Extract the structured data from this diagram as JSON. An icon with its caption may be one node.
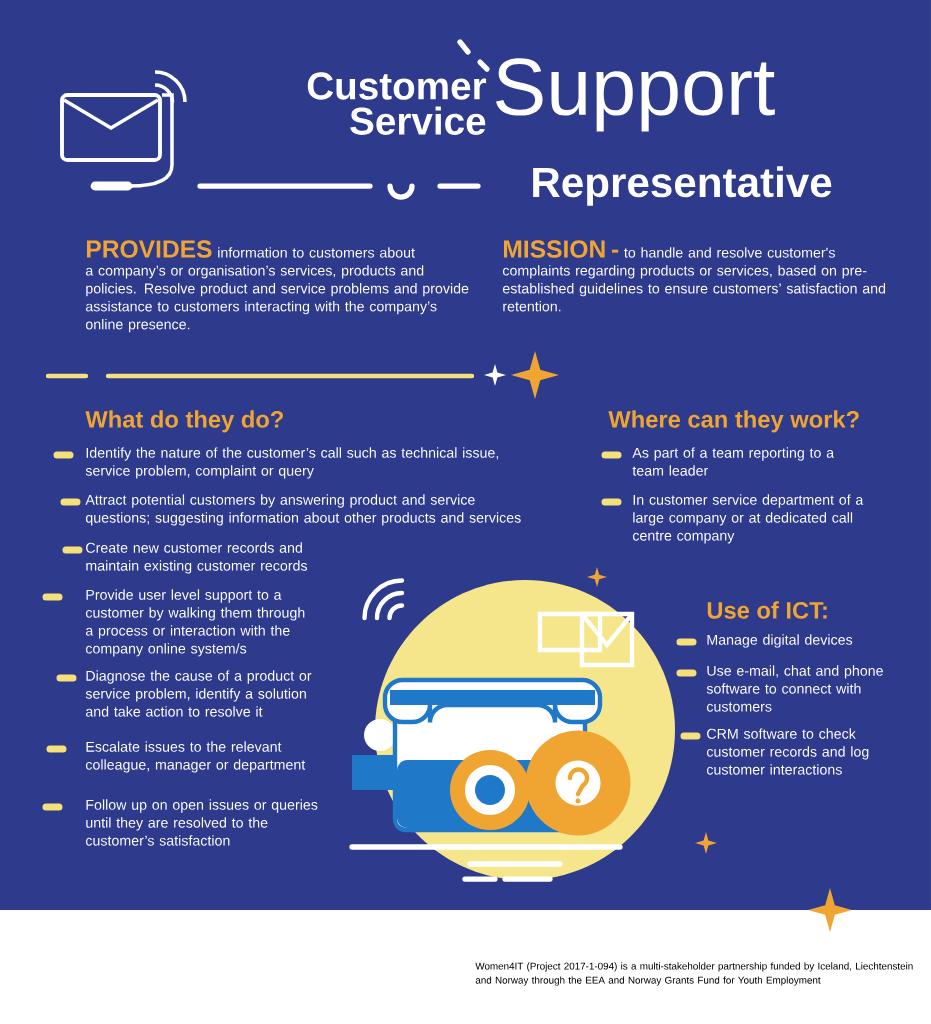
{
  "diagram": {
    "title": "Customer Service",
    "labels": [
      "Support",
      "Representative",
      "PROVIDES",
      "information to customers about a company’s or organisation’s services, products and policies. Resolve product and service problems and provide assistance to customers interacting with the company’s online presence.",
      "MISSION -",
      "to handle and resolve customer's complaints regarding products or services, based on pre-established guidelines to ensure customers’ satisfaction and retention.",
      "What do they do?",
      "Identify the nature of the customer’s call such as technical issue, service problem, complaint or query",
      "Attract potential customers by answering product and service questions; suggesting information about other products and services",
      "Create new customer records and maintain existing customer records",
      "Provide user level support to a customer by walking them through a process or interaction with the company online system/s",
      "Diagnose the cause of a product or service problem, identify a solution and take action to resolve it",
      "Escalate issues to the relevant colleague, manager or department",
      "Follow up on open issues or queries until they are resolved to the customer’s satisfaction",
      "Where can they work?",
      "As part of a team reporting to a team leader",
      "In customer service department of a large company or at dedicated call centre company",
      "Use of ICT:",
      "Manage digital devices",
      "Use e-mail, chat and phone software to connect with customers",
      "CRM software to check customer records and log customer interactions",
      "Women4IT (Project 2017-1-094) is a multi-stakeholder partnership funded by Iceland, Liechtenstein and Norway through the EEA and Norway Grants Fund for Youth Employment"
    ]
  }
}
